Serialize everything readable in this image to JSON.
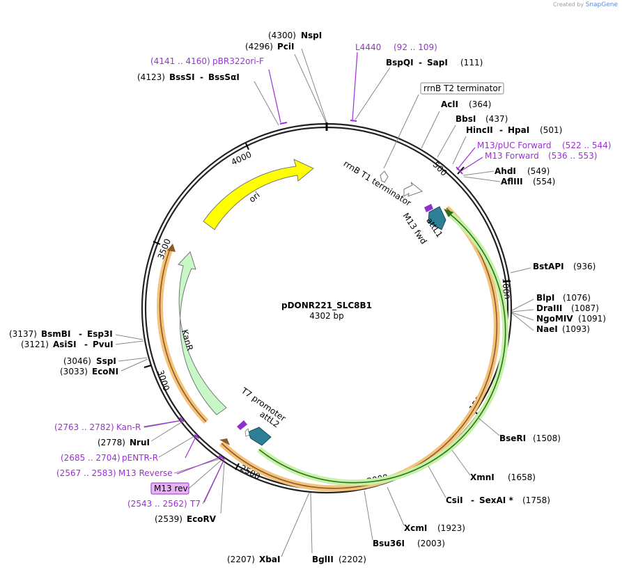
{
  "credit": {
    "prefix": "Created by",
    "brand": "SnapGene"
  },
  "plasmid": {
    "name": "pDONR221_SLC8B1",
    "length": "4302 bp"
  },
  "ticks": [
    "500",
    "1000",
    "1500",
    "2000",
    "2500",
    "3000",
    "3500",
    "4000"
  ],
  "sites": [
    {
      "id": "nspi",
      "pos": "(4300)",
      "name": "NspI"
    },
    {
      "id": "pcii",
      "pos": "(4296)",
      "name": "PciI"
    },
    {
      "id": "pbr322",
      "pos": "(4141 .. 4160)",
      "name": "pBR322ori-F"
    },
    {
      "id": "bsssi",
      "pos": "(4123)",
      "name": "BssSI",
      "name2": "BssSαI"
    },
    {
      "id": "l4440",
      "pos": "(92 .. 109)",
      "name": "L4440"
    },
    {
      "id": "bspqi",
      "pos": "(111)",
      "name": "BspQI",
      "name2": "SapI"
    },
    {
      "id": "rrnbt2",
      "name": "rrnB T2 terminator"
    },
    {
      "id": "acii",
      "pos": "(364)",
      "name": "AclI"
    },
    {
      "id": "bbsi",
      "pos": "(437)",
      "name": "BbsI"
    },
    {
      "id": "hincii",
      "pos": "(501)",
      "name": "HincII",
      "name2": "HpaI"
    },
    {
      "id": "m13puc",
      "pos": "(522 .. 544)",
      "name": "M13/pUC Forward"
    },
    {
      "id": "m13fwdp",
      "pos": "(536 .. 553)",
      "name": "M13 Forward"
    },
    {
      "id": "ahdi",
      "pos": "(549)",
      "name": "AhdI"
    },
    {
      "id": "aflii",
      "pos": "(554)",
      "name": "AflIII"
    },
    {
      "id": "bstapi",
      "pos": "(936)",
      "name": "BstAPI"
    },
    {
      "id": "blpi",
      "pos": "(1076)",
      "name": "BlpI"
    },
    {
      "id": "draiii",
      "pos": "(1087)",
      "name": "DraIII"
    },
    {
      "id": "ngomiv",
      "pos": "(1091)",
      "name": "NgoMIV"
    },
    {
      "id": "naei",
      "pos": "(1093)",
      "name": "NaeI"
    },
    {
      "id": "bseri",
      "pos": "(1508)",
      "name": "BseRI"
    },
    {
      "id": "xmni",
      "pos": "(1658)",
      "name": "XmnI"
    },
    {
      "id": "csii",
      "pos": "(1758)",
      "name": "CsiI",
      "name2": "SexAI *"
    },
    {
      "id": "xcmi",
      "pos": "(1923)",
      "name": "XcmI"
    },
    {
      "id": "bsu36i",
      "pos": "(2003)",
      "name": "Bsu36I"
    },
    {
      "id": "bglii",
      "pos": "(2202)",
      "name": "BglII"
    },
    {
      "id": "xbai",
      "pos": "(2207)",
      "name": "XbaI"
    },
    {
      "id": "ecorv",
      "pos": "(2539)",
      "name": "EcoRV"
    },
    {
      "id": "t7p",
      "pos": "(2543 .. 2562)",
      "name": "T7"
    },
    {
      "id": "m13rev",
      "name": "M13 rev"
    },
    {
      "id": "m13reverse",
      "pos": "(2567 .. 2583)",
      "name": "M13 Reverse"
    },
    {
      "id": "pentr",
      "pos": "(2685 .. 2704)",
      "name": "pENTR-R"
    },
    {
      "id": "nrui",
      "pos": "(2778)",
      "name": "NruI"
    },
    {
      "id": "kanr_p",
      "pos": "(2763 .. 2782)",
      "name": "Kan-R"
    },
    {
      "id": "econi",
      "pos": "(3033)",
      "name": "EcoNI"
    },
    {
      "id": "sspi",
      "pos": "(3046)",
      "name": "SspI"
    },
    {
      "id": "asisi",
      "pos": "(3121)",
      "name": "AsiSI",
      "name2": "PvuI"
    },
    {
      "id": "bsmbi",
      "pos": "(3137)",
      "name": "BsmBI",
      "name2": "Esp3I"
    }
  ],
  "features": {
    "ori": "ori",
    "kanr": "KanR",
    "rrnbt1": "rrnB T1 terminator",
    "attl1": "attL1",
    "m13fwd": "M13 fwd",
    "t7promoter": "T7 promoter",
    "attl2": "attL2"
  },
  "colors": {
    "ori": "#ffff00",
    "kanr": "#c8f7c8",
    "attl": "#2e7f95",
    "orange": "#f5c27a",
    "green": "#c6f2a8",
    "primer": "#9b2fd6"
  }
}
